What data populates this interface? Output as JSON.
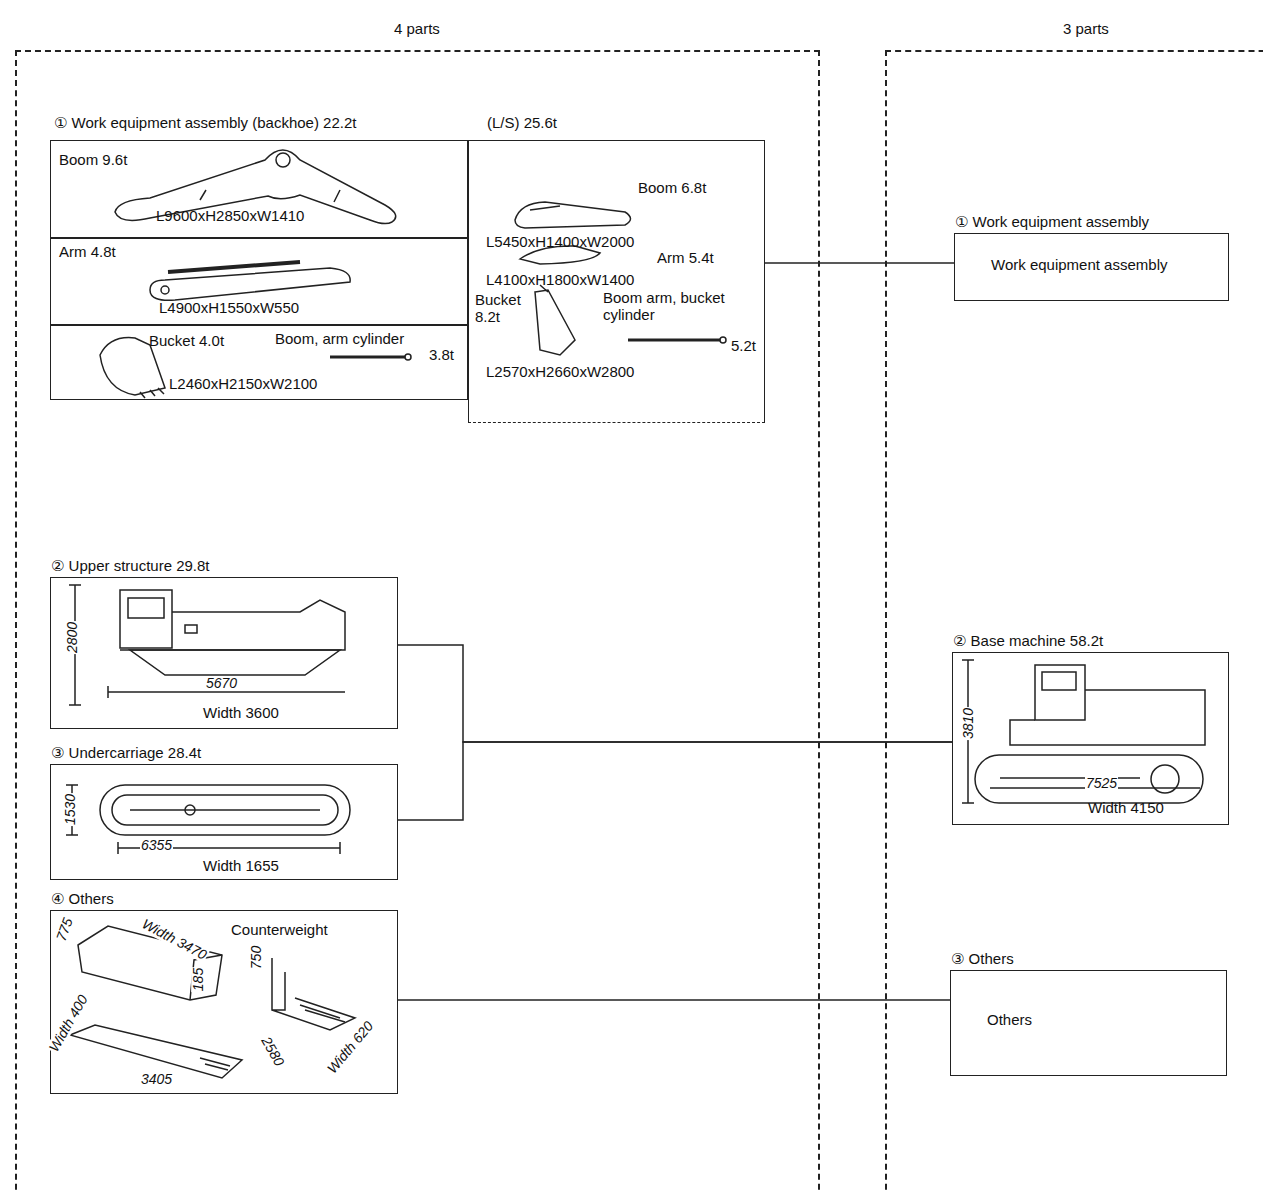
{
  "diagram": {
    "nodes": [
      {
        "text": [
          "4 parts"
        ]
      },
      {
        "text": [
          "3 parts"
        ]
      },
      {
        "text": [
          "① Work equipment assembly (backhoe) 22.2t",
          "(L/S) 25.6t"
        ],
        "in": 0
      },
      {
        "text": [
          "Boom 9.6t",
          "L9600xH2850xW1410"
        ],
        "in": 2
      },
      {
        "text": [
          "Arm 4.8t",
          "L4900xH1550xW550"
        ],
        "in": 2
      },
      {
        "text": [
          "Bucket 4.0t",
          "Boom, arm cylinder",
          "3.8t",
          "L2460xH2150xW2100"
        ],
        "in": 2
      },
      {
        "text": [
          "Boom 6.8t",
          "L5450xH1400xW2000",
          "Arm 5.4t",
          "L4100xH1800xW1400",
          "Bucket 8.2t",
          "Boom arm, bucket cylinder",
          "5.2t",
          "L2570xH2660xW2800"
        ],
        "in": 2
      },
      {
        "text": [
          "② Upper structure 29.8t",
          "Width 3600"
        ],
        "in": 0
      },
      {
        "text": [
          "③ Undercarriage 28.4t",
          "Width 1655"
        ],
        "in": 0
      },
      {
        "text": [
          "④ Others",
          "Counterweight"
        ],
        "in": 0
      },
      {
        "text": [
          "① Work equipment assembly",
          "Work equipment assembly"
        ],
        "in": 1
      },
      {
        "text": [
          "② Base machine 58.2t",
          "Width 4150"
        ],
        "in": 1
      },
      {
        "text": [
          "③ Others",
          "Others"
        ],
        "in": 1
      }
    ],
    "edges": [
      {
        "from": 2,
        "to": 10,
        "arrow": "none"
      },
      {
        "from": 7,
        "to": 11,
        "arrow": "none"
      },
      {
        "from": 8,
        "to": 11,
        "arrow": "none"
      },
      {
        "from": 9,
        "to": 12,
        "arrow": "none"
      }
    ],
    "labels": [
      "2800",
      "5670",
      "1530",
      "6355",
      "775",
      "Width 3470",
      "185",
      "Width 400",
      "3405",
      "750",
      "2580",
      "Width 620",
      "3810",
      "7525"
    ]
  }
}
